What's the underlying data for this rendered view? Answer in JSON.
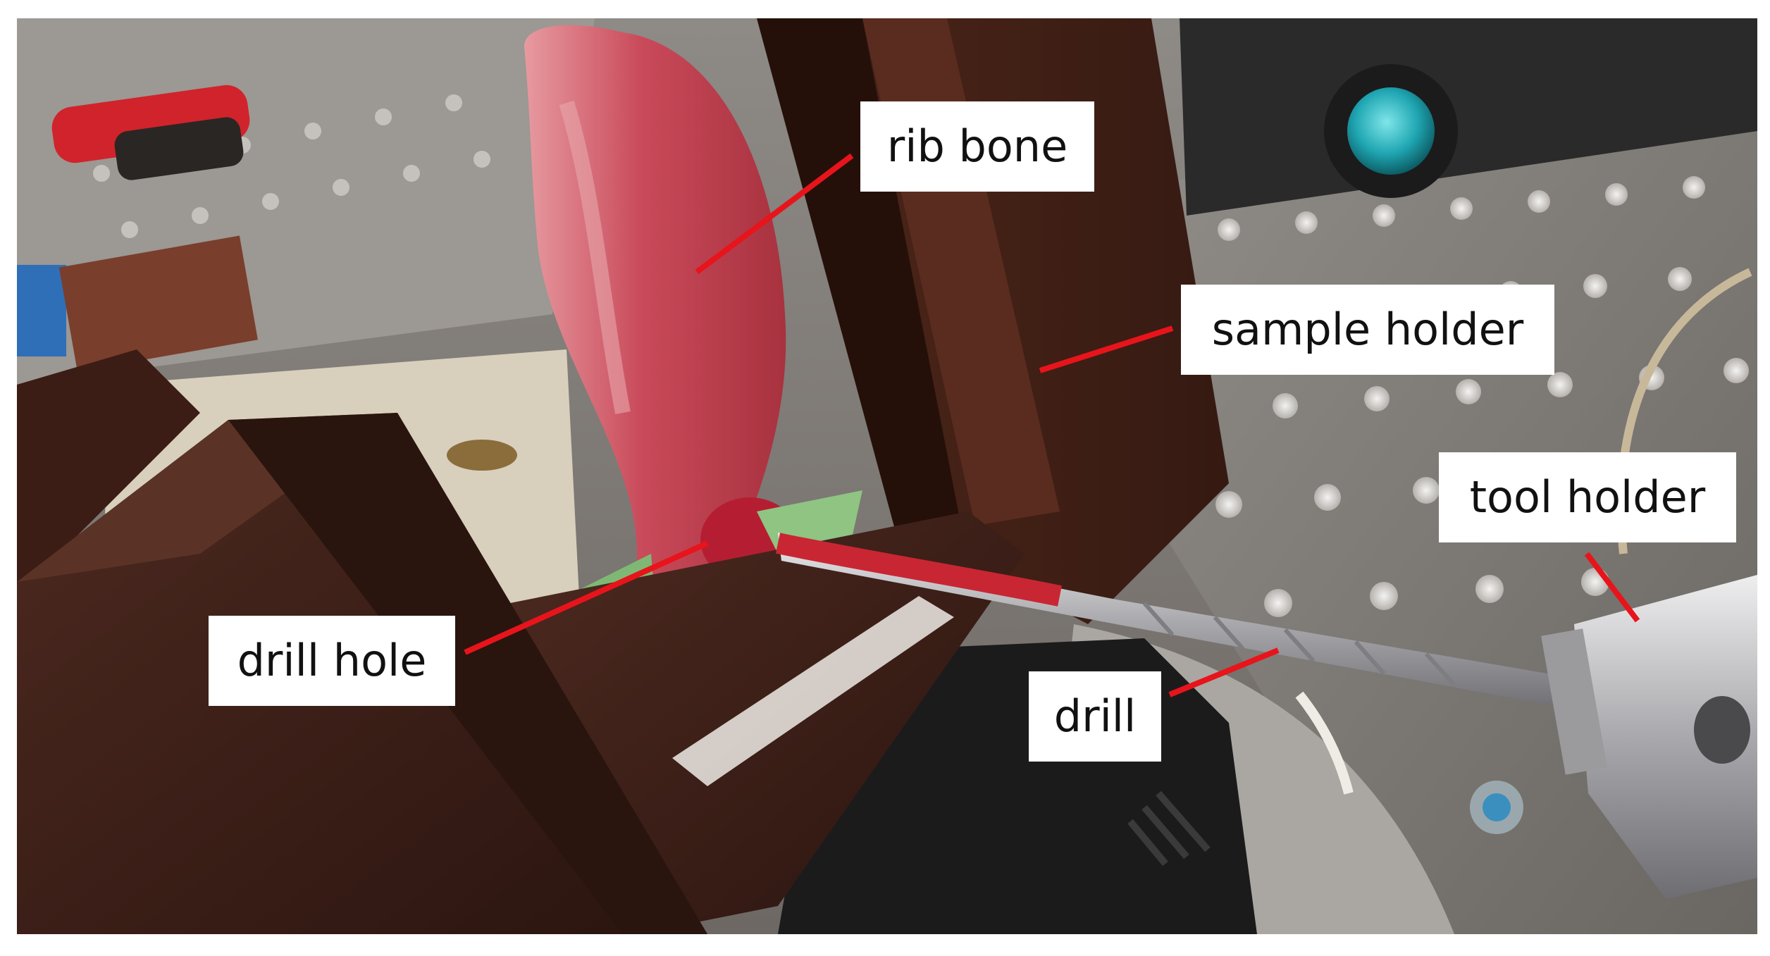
{
  "figure": {
    "labels": {
      "rib_bone": "rib bone",
      "sample_holder": "sample holder",
      "tool_holder": "tool holder",
      "drill_hole": "drill hole",
      "drill": "drill"
    },
    "colors": {
      "leader_line": "#e8141b",
      "label_background": "#ffffff",
      "label_text": "#111111",
      "sample_holder": "#3b1c14",
      "rib_bone": "#c8485a",
      "optical_table": "#8a8784",
      "drill_bit": "#c9c9cc"
    }
  }
}
